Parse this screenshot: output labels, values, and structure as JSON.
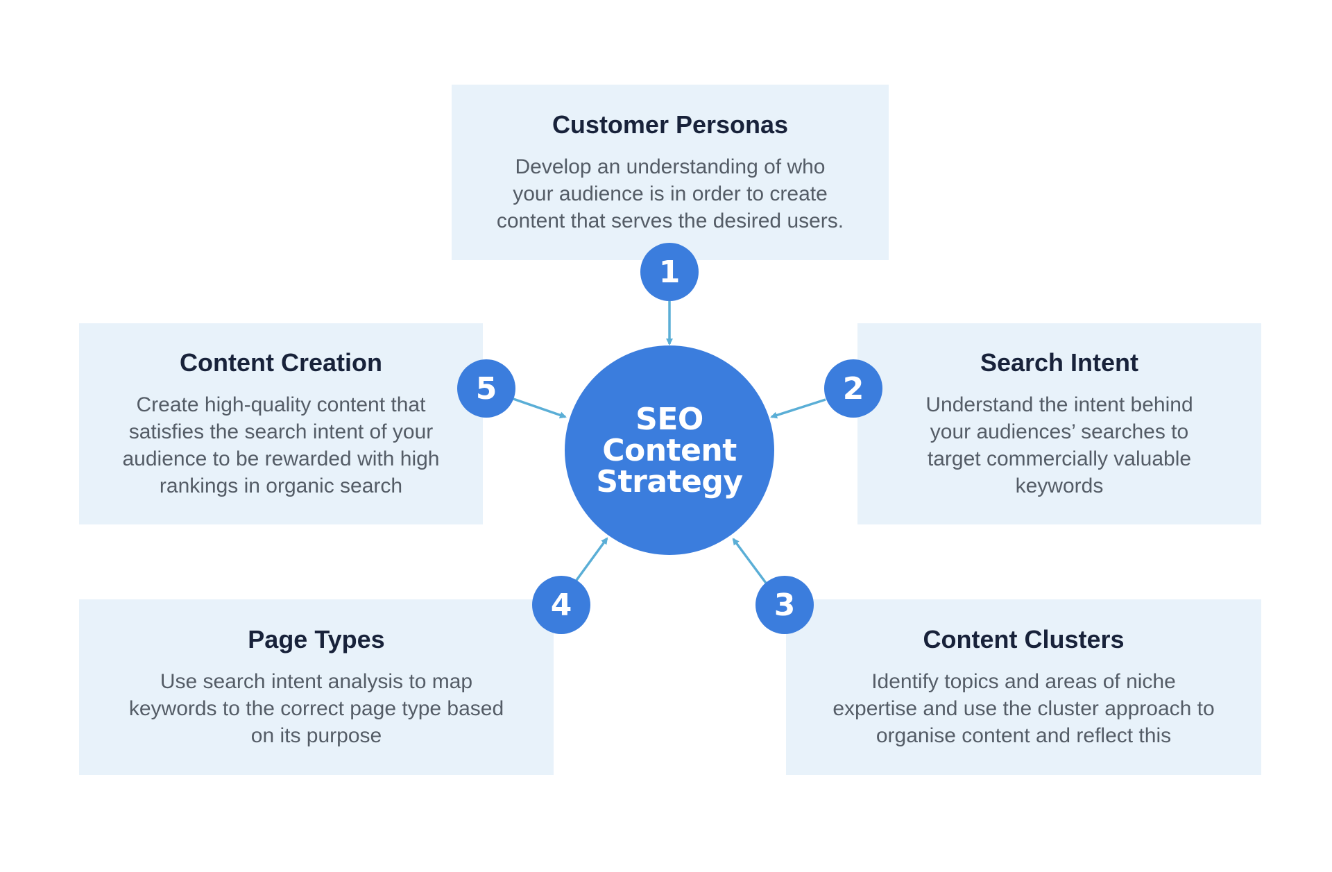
{
  "hub": {
    "label": "SEO\nContent\nStrategy"
  },
  "steps": [
    {
      "number": "1",
      "title": "Customer Personas",
      "description": "Develop an understanding of who\nyour audience is in order to create\ncontent that serves the desired users."
    },
    {
      "number": "2",
      "title": "Search Intent",
      "description": "Understand the intent behind\nyour audiences’ searches to\ntarget commercially valuable\nkeywords"
    },
    {
      "number": "3",
      "title": "Content Clusters",
      "description": "Identify topics and areas of niche\nexpertise and use the cluster approach to\norganise content and reflect this"
    },
    {
      "number": "4",
      "title": "Page Types",
      "description": "Use search intent analysis to map\nkeywords to the correct page type based\non its purpose"
    },
    {
      "number": "5",
      "title": "Content Creation",
      "description": "Create high-quality content that\nsatisfies the search intent of your\naudience to be rewarded with high\nrankings in organic search"
    }
  ],
  "colors": {
    "card_background": "#e8f2fa",
    "accent_blue": "#3b7ddd",
    "arrow": "#5aaed6",
    "title_text": "#18223a",
    "body_text": "#545c66"
  }
}
